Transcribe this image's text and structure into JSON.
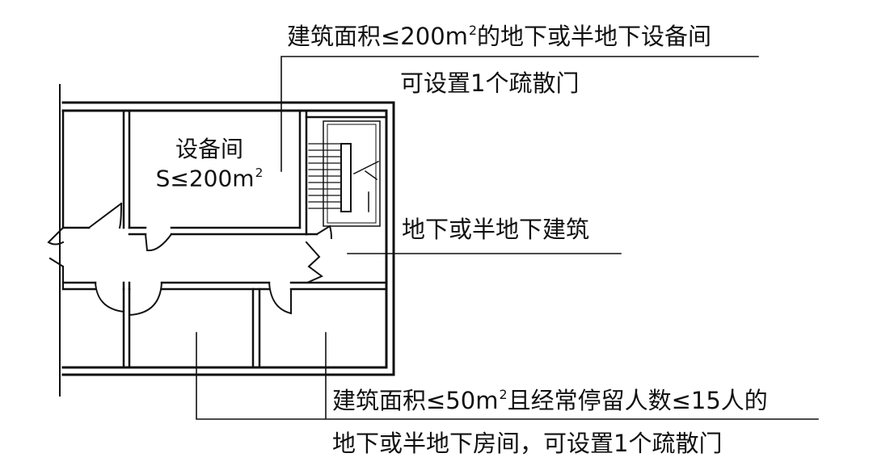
{
  "annotations": {
    "equipment_rule_line1": {
      "prefix": "建筑面积≤200m",
      "sup": "2",
      "suffix": "的地下或半地下设备间"
    },
    "equipment_rule_line2": "可设置1个疏散门",
    "basement_label": "地下或半地下建筑",
    "room_rule_line1": {
      "prefix": "建筑面积≤50m",
      "sup": "2",
      "suffix": "且经常停留人数≤15人的"
    },
    "room_rule_line2": "地下或半地下房间，可设置1个疏散门"
  },
  "rooms": {
    "equipment_room": {
      "name": "设备间",
      "area_prefix": "S≤200m",
      "area_sup": "2"
    }
  },
  "colors": {
    "line": "#111111",
    "background": "#ffffff"
  }
}
